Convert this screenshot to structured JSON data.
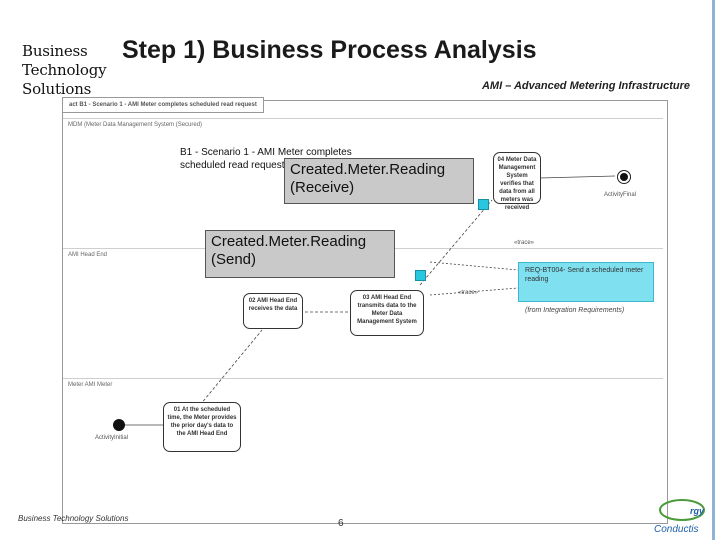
{
  "logo": {
    "line1": "Business",
    "line2": "Technology",
    "line3": "Solutions"
  },
  "slide": {
    "title": "Step 1) Business Process Analysis",
    "subtitle": "AMI – Advanced Metering Infrastructure",
    "footer_left": "Business Technology Solutions",
    "page_number": "6"
  },
  "diagram": {
    "tab": "act B1 - Scenario 1 - AMI Meter completes scheduled read request",
    "lanes": [
      "MDM (Meter Data Management System (Secured)",
      "AMI Head End",
      "Meter AMI Meter"
    ],
    "step_label_line1": "B1 - Scenario 1 - AMI Meter completes",
    "step_label_line2": "scheduled read request",
    "activities": {
      "a04": "04 Meter Data Management System verifies that data from all meters was received",
      "a03": "03 AMI Head End transmits data to the Meter Data Management System",
      "a02": "02 AMI Head End receives the data",
      "a01": "01 At the scheduled time, the Meter provides the prior day's data to the AMI Head End"
    },
    "activity_final": "ActivityFinal",
    "activity_initial": "ActivityInitial",
    "callout_receive_1": "Created.Meter.Reading",
    "callout_receive_2": "(Receive)",
    "callout_send_1": "Created.Meter.Reading",
    "callout_send_2": "(Send)",
    "requirement_title": "REQ-BT004- Send a scheduled meter reading",
    "requirement_note": "(from Integration Requirements)",
    "trace_label_1": "«trace»",
    "trace_label_2": "«trace»"
  },
  "brand_text": "Conductis",
  "colors": {
    "accent": "#7fe0f0",
    "callout": "#c9c9c9",
    "rule": "#8fb4d6"
  }
}
